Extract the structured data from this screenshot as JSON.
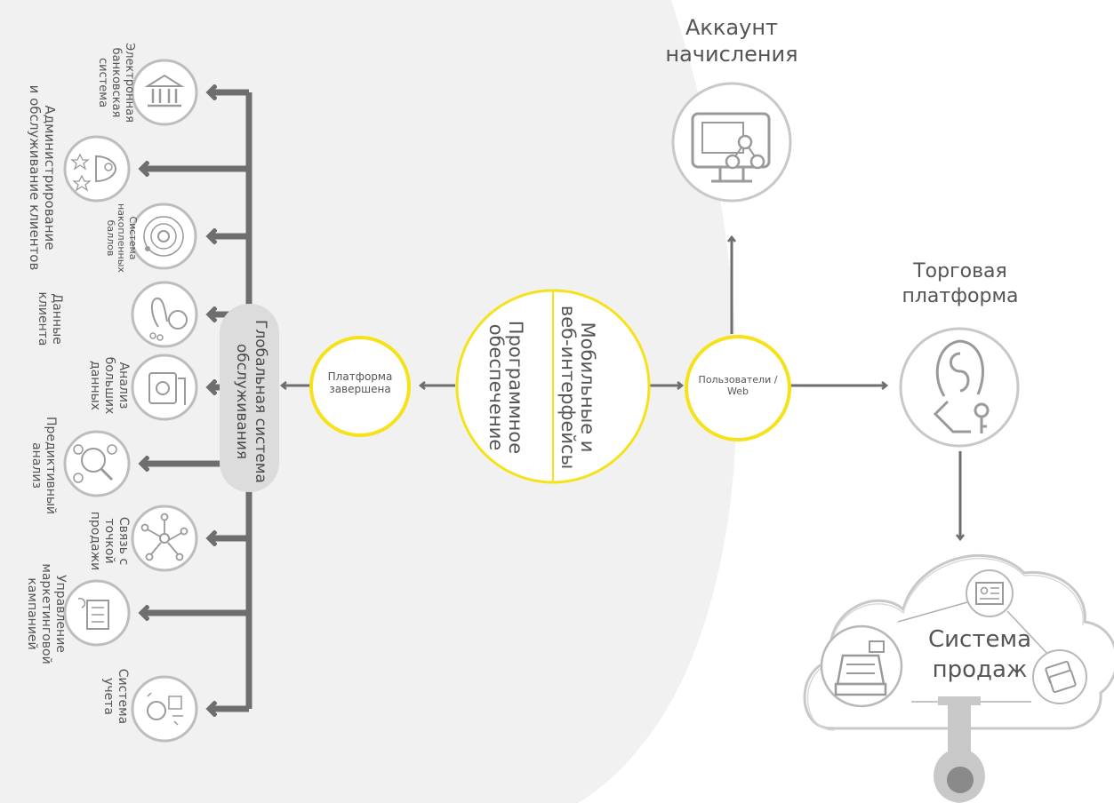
{
  "billing_account": {
    "line1": "Аккаунт",
    "line2": "начисления"
  },
  "trading_platform": {
    "line1": "Торговая",
    "line2": "платформа"
  },
  "sales_system": {
    "line1": "Система",
    "line2": "продаж"
  },
  "users_web": {
    "line1": "Пользователи /",
    "line2": "Web"
  },
  "platform_done": {
    "line1": "Платформа",
    "line2": "завершена"
  },
  "central": {
    "left": "Программное\nобеспечение",
    "right": "Мобильные и\nвеб-интерфейсы"
  },
  "global_system": "Глобальная система\nобслуживания",
  "services": [
    {
      "label": "Электронная\nбанковская\nсистема",
      "icon": "bank-icon"
    },
    {
      "label": "Администрирование\nи обслуживание клиентов",
      "icon": "customer-service-icon"
    },
    {
      "label": "Система\nнакопленных\nбаллов",
      "icon": "points-orbit-icon"
    },
    {
      "label": "Данные\nклиента",
      "icon": "client-data-icon"
    },
    {
      "label": "Анализ\nбольших\nданных",
      "icon": "big-data-icon"
    },
    {
      "label": "Предиктивный\nанализ",
      "icon": "predictive-icon"
    },
    {
      "label": "Связь с\nточкой\nпродажи",
      "icon": "network-icon"
    },
    {
      "label": "Управление\nмаркетинговой\nкампанией",
      "icon": "campaign-icon"
    },
    {
      "label": "Система\nучета",
      "icon": "accounting-icon"
    }
  ],
  "colors": {
    "accent": "#f5e21a",
    "line": "#6e6e6e",
    "icon": "#8a8a8a",
    "shade": "#f1f1f1"
  }
}
